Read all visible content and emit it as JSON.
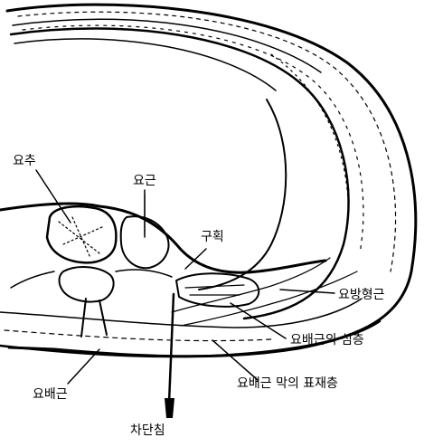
{
  "diagram": {
    "labels": {
      "lumbar_vertebra": "요추",
      "psoas": "요근",
      "fissure": "구획",
      "quadratus_lumborum": "요방형근",
      "erector_deep": "요배근의 심층",
      "erector_superficial": "요배근 막의 표재층",
      "erector_spinae": "요배근",
      "blocking_needle": "차단침"
    }
  }
}
